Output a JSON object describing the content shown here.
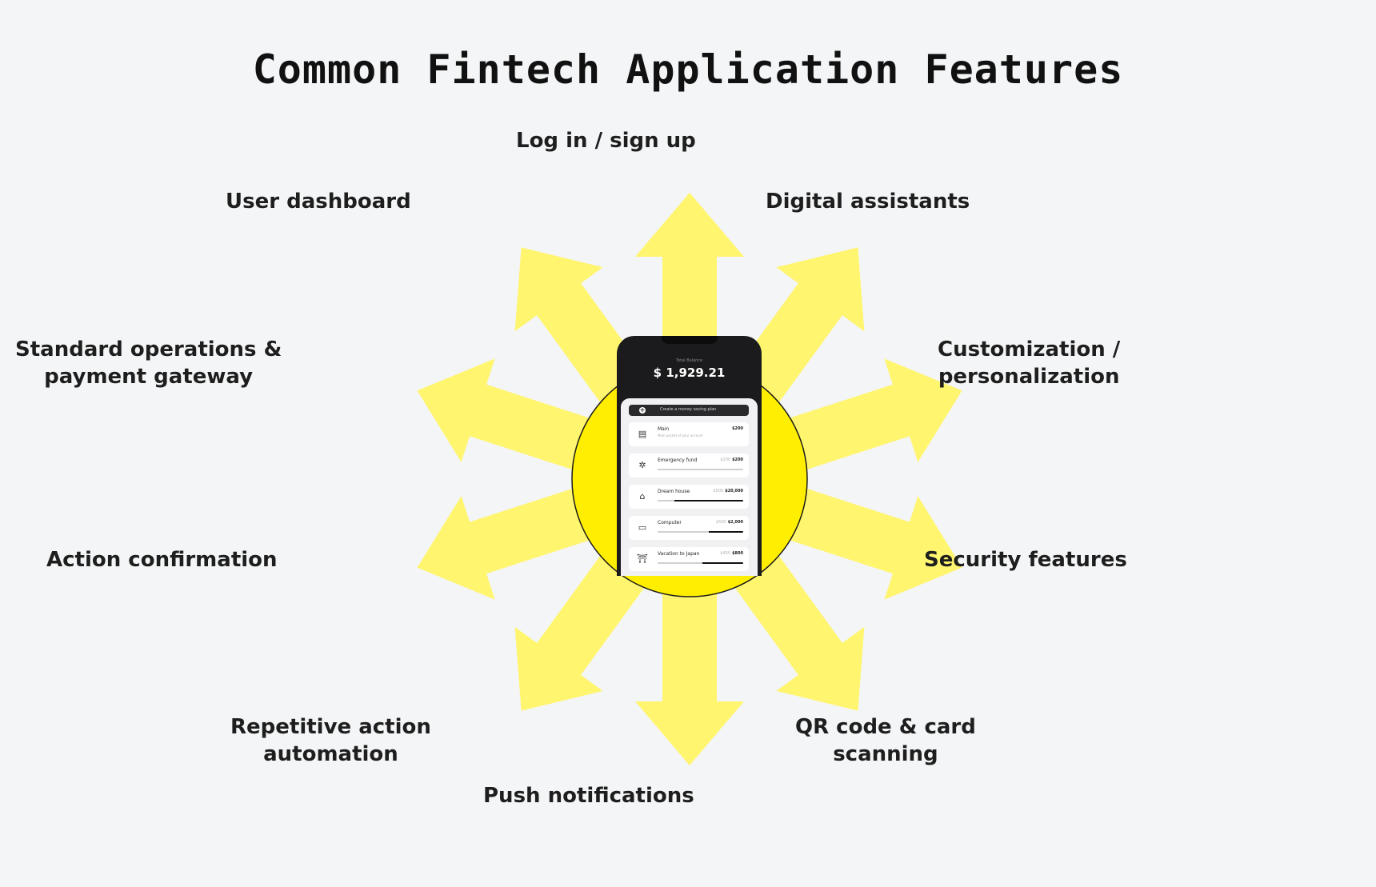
{
  "title": "Common Fintech Application Features",
  "colors": {
    "background": "#f4f5f6",
    "arrow": "#fff56f",
    "circle": "#ffee00",
    "phone": "#1b1b1d"
  },
  "features": [
    {
      "id": "login",
      "lines": [
        "Log in / sign up"
      ]
    },
    {
      "id": "digital-assistants",
      "lines": [
        "Digital assistants"
      ]
    },
    {
      "id": "customization",
      "lines": [
        "Customization /",
        "personalization"
      ]
    },
    {
      "id": "security",
      "lines": [
        "Security features"
      ]
    },
    {
      "id": "qr-scanning",
      "lines": [
        "QR code & card",
        "scanning"
      ]
    },
    {
      "id": "push-notifications",
      "lines": [
        "Push notifications"
      ]
    },
    {
      "id": "automation",
      "lines": [
        "Repetitive action",
        "automation"
      ]
    },
    {
      "id": "action-confirmation",
      "lines": [
        "Action confirmation"
      ]
    },
    {
      "id": "standard-operations",
      "lines": [
        "Standard operations &",
        "payment gateway"
      ]
    },
    {
      "id": "user-dashboard",
      "lines": [
        "User dashboard"
      ]
    }
  ],
  "phone": {
    "balance_label": "Total Balance",
    "balance": "$ 1,929.21",
    "create_label": "Create a money saving plan",
    "plans": [
      {
        "name": "Main",
        "sub": "Main pocket of your account",
        "saved": "",
        "target": "$200",
        "icon": "wallet-icon",
        "glyph": "▤",
        "progress": null
      },
      {
        "name": "Emergency fund",
        "sub": "",
        "saved": "$200",
        "target": "$200",
        "icon": "medical-icon",
        "glyph": "✲",
        "progress": 0
      },
      {
        "name": "Dream house",
        "sub": "",
        "saved": "$500",
        "target": "$20,000",
        "icon": "house-icon",
        "glyph": "⌂",
        "progress": 0.8
      },
      {
        "name": "Computer",
        "sub": "",
        "saved": "$500",
        "target": "$2,000",
        "icon": "laptop-icon",
        "glyph": "▭",
        "progress": 0.4
      },
      {
        "name": "Vacation to Japan",
        "sub": "",
        "saved": "$450",
        "target": "$800",
        "icon": "torii-icon",
        "glyph": "⛩",
        "progress": 0.48
      }
    ]
  }
}
